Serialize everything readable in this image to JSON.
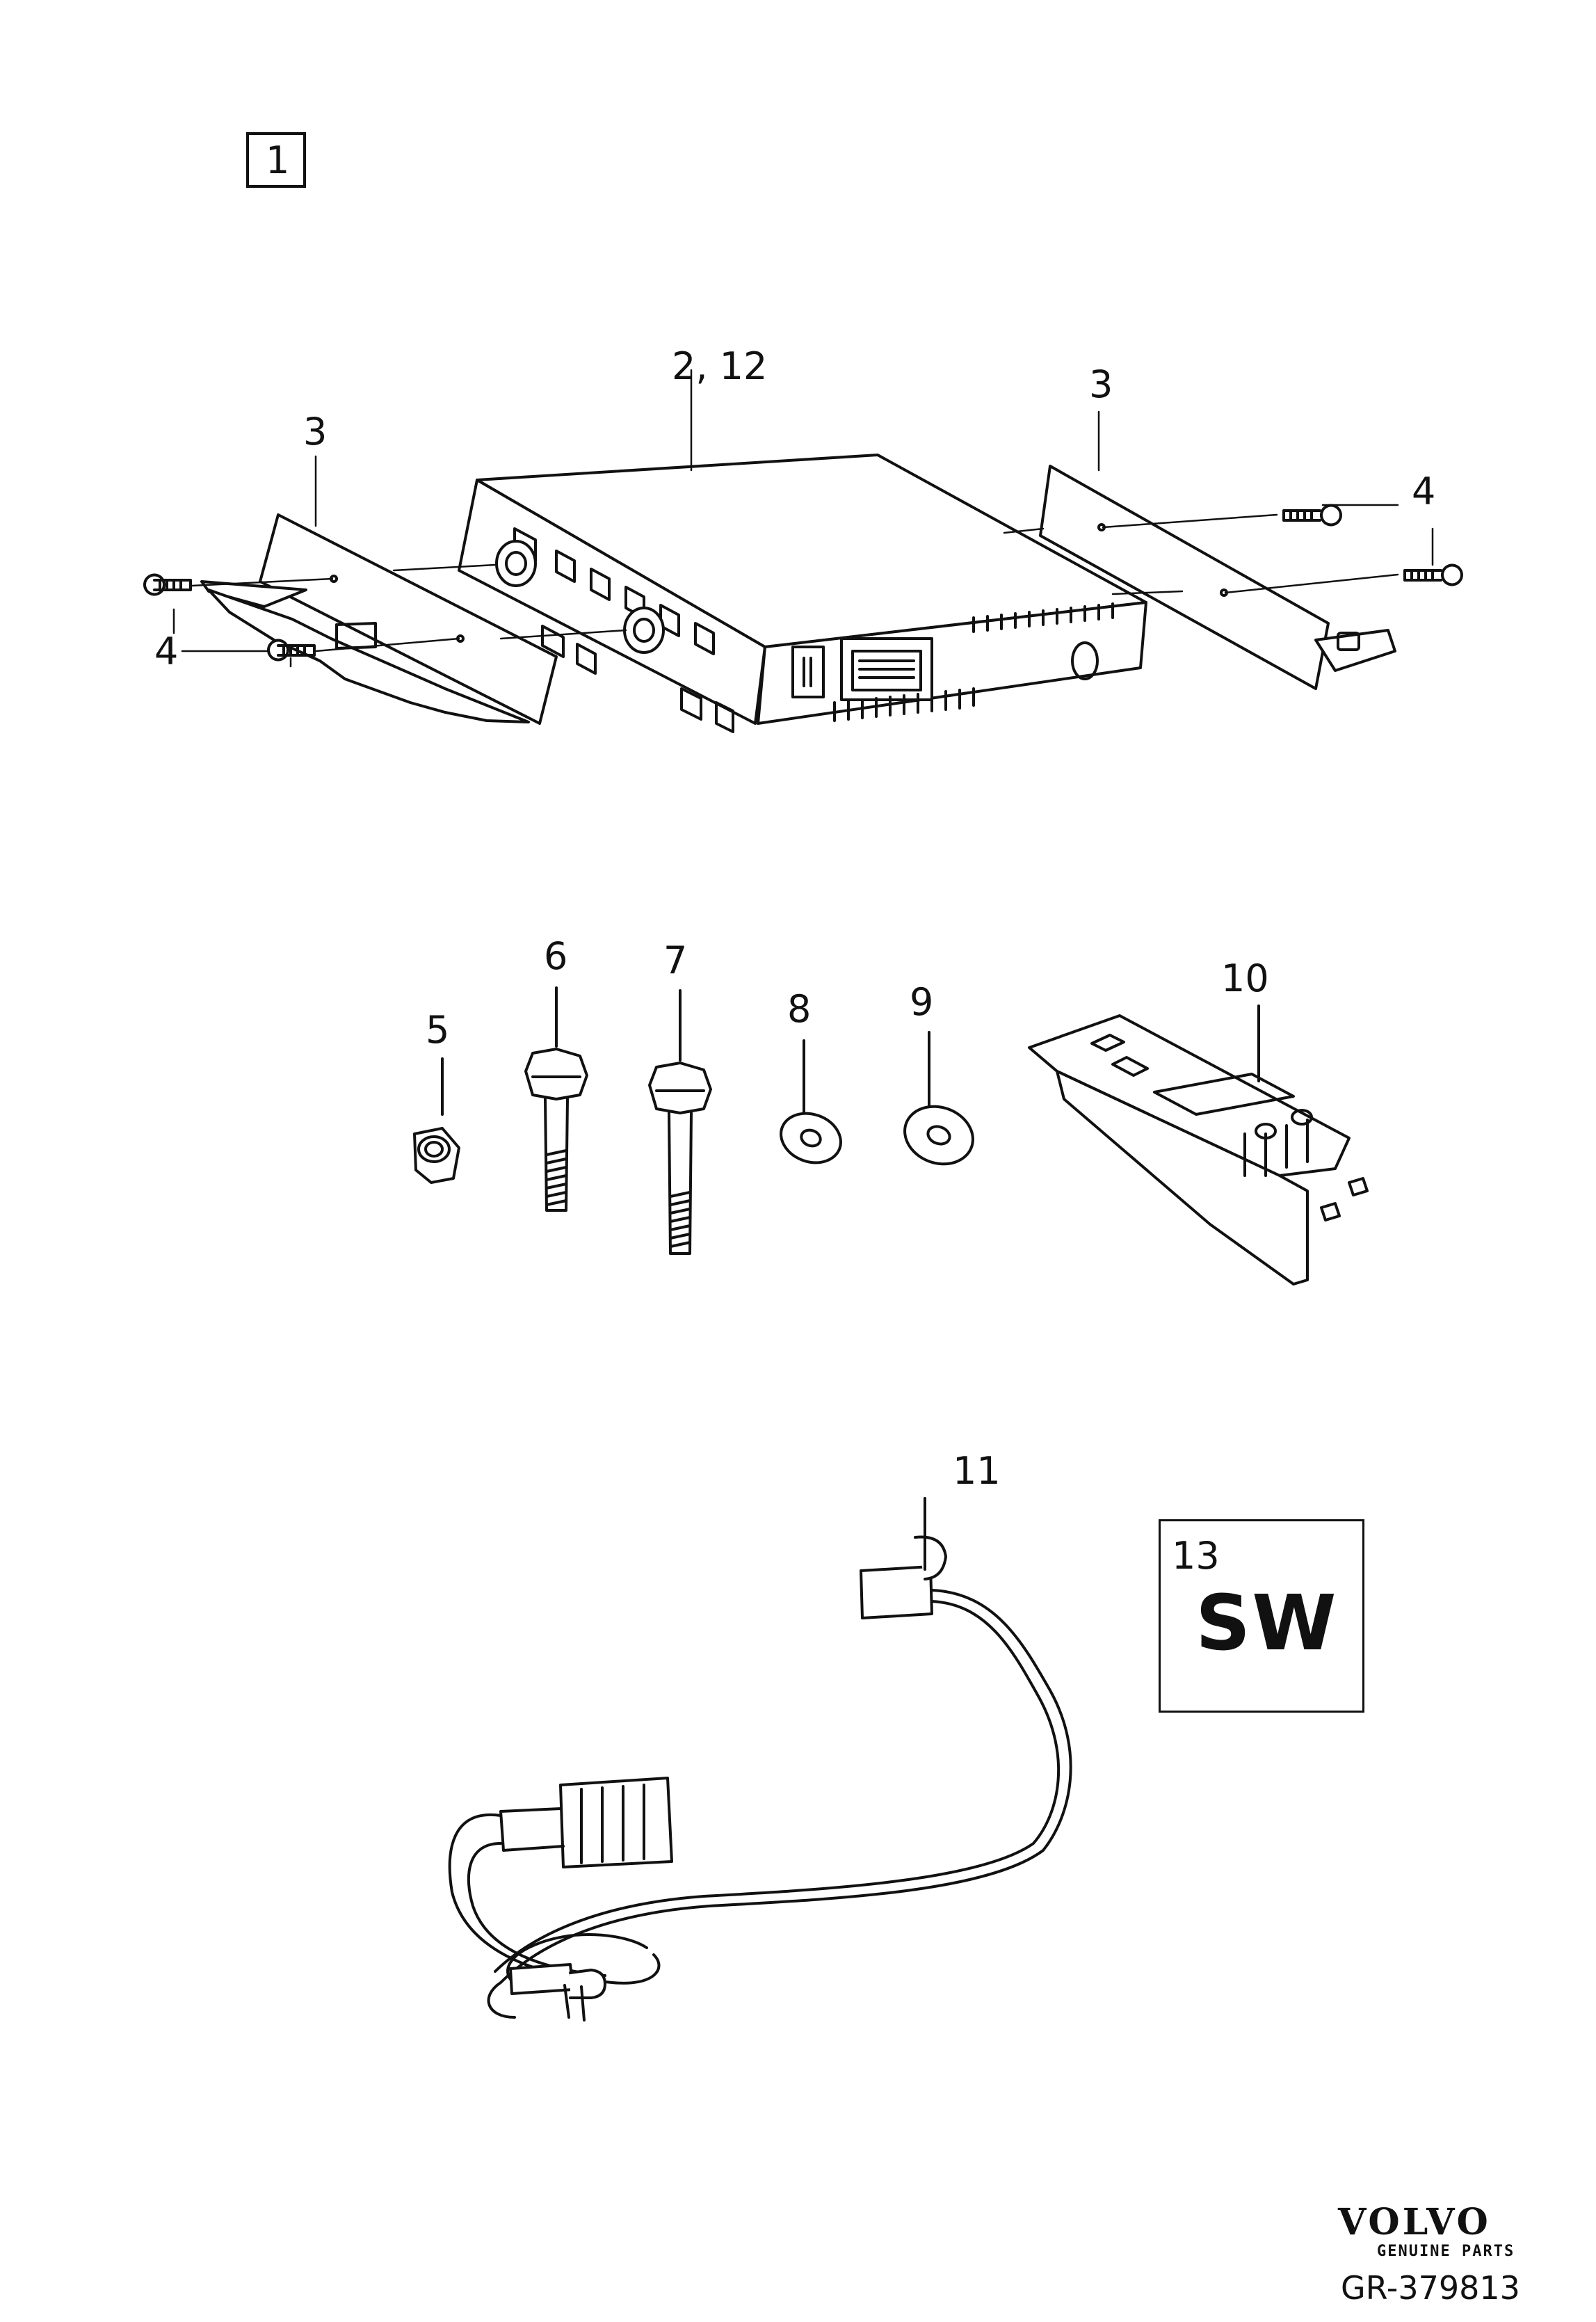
{
  "group_number": "1",
  "callouts": {
    "module": "2, 12",
    "bracket_left": "3",
    "bracket_right": "3",
    "screw_left": "4",
    "screw_right": "4",
    "nut": "5",
    "bolt_short": "6",
    "bolt_long": "7",
    "washer_small": "8",
    "washer_large": "9",
    "connector_unit": "10",
    "harness": "11"
  },
  "software_box": {
    "number": "13",
    "code": "SW"
  },
  "footer": {
    "brand": "VOLVO",
    "subtitle": "GENUINE PARTS",
    "reference": "GR-379813"
  },
  "colors": {
    "line": "#111111",
    "background": "#ffffff"
  }
}
